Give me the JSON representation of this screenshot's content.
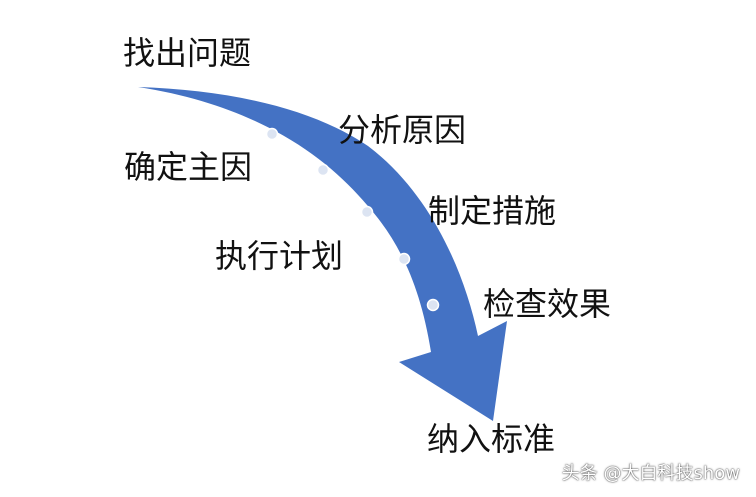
{
  "colors": {
    "arrow_fill": "#4472C4",
    "dot_fill": "#DCE4F2",
    "dot_stroke": "#FFFFFF",
    "text": "#111111"
  },
  "steps": [
    {
      "label": "找出问题"
    },
    {
      "label": "分析原因"
    },
    {
      "label": "确定主因"
    },
    {
      "label": "制定措施"
    },
    {
      "label": "执行计划"
    },
    {
      "label": "检查效果"
    },
    {
      "label": "纳入标准"
    }
  ],
  "watermark": "头条 @大白科技show"
}
